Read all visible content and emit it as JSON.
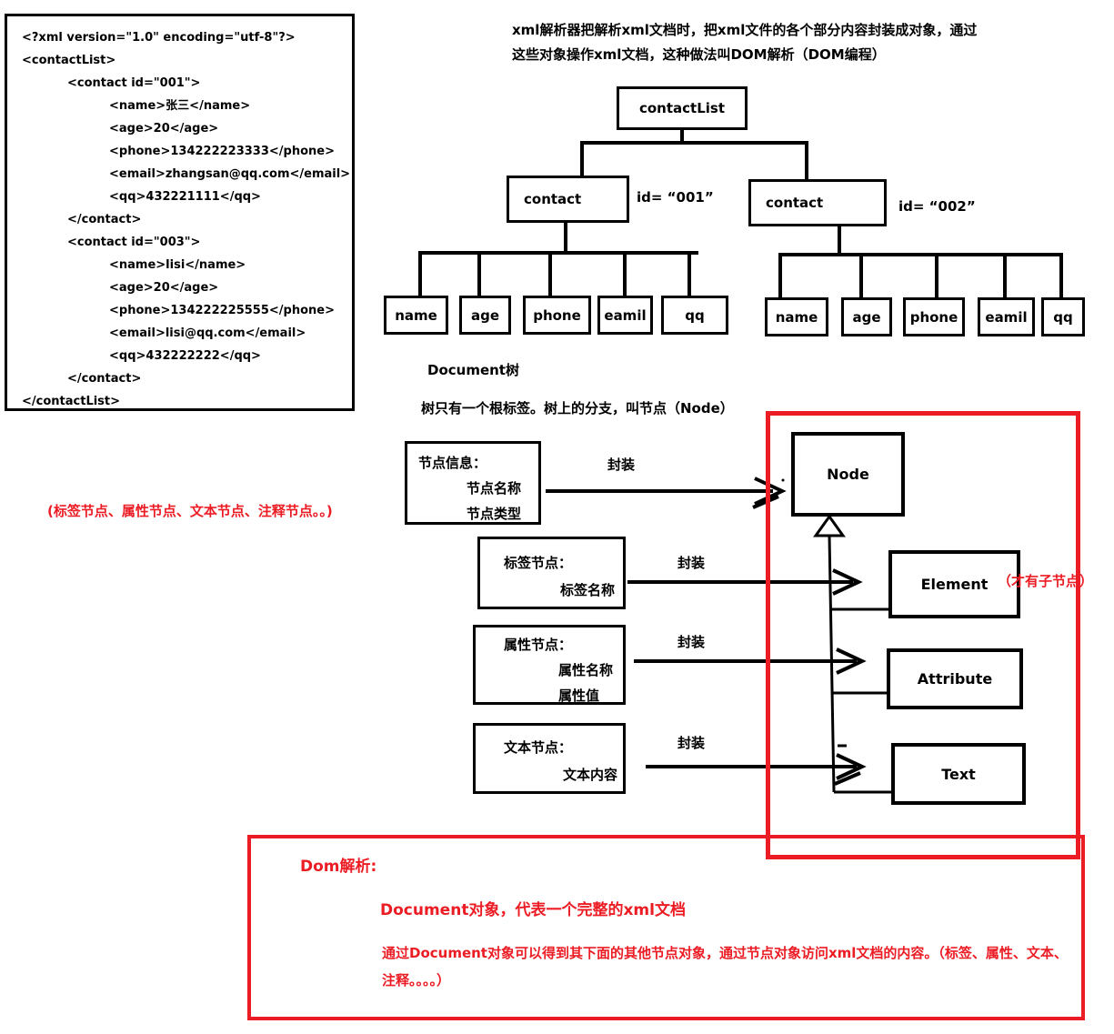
{
  "xml": {
    "lines": [
      "<?xml version=\"1.0\" encoding=\"utf-8\"?>",
      "<contactList>",
      "<contact id=\"001\">",
      "<name>张三</name>",
      "<age>20</age>",
      "<phone>134222223333</phone>",
      "<email>zhangsan@qq.com</email>",
      "<qq>432221111</qq>",
      "</contact>",
      "<contact id=\"003\">",
      "<name>lisi</name>",
      "<age>20</age>",
      "<phone>134222225555</phone>",
      "<email>lisi@qq.com</email>",
      "<qq>432222222</qq>",
      "</contact>",
      "</contactList>"
    ]
  },
  "intro": {
    "text": "xml解析器把解析xml文档时，把xml文件的各个部分内容封装成对象，通过这些对象操作xml文档，这种做法叫DOM解析（DOM编程）"
  },
  "tree": {
    "root": "contactList",
    "contact_label": "contact",
    "contact1_attr": "id= “001”",
    "contact2_attr": "id= “002”",
    "leaves": [
      "name",
      "age",
      "phone",
      "eamil",
      "qq"
    ]
  },
  "doc_tree": {
    "title": "Document树",
    "subtitle": "树只有一个根标签。树上的分支，叫节点（Node）",
    "annotation": "(标签节点、属性节点、文本节点、注释节点。。)"
  },
  "encapsulate": "封装",
  "info_boxes": {
    "node_info": {
      "title": "节点信息：",
      "line1": "节点名称",
      "line2": "节点类型"
    },
    "tag_node": {
      "title": "标签节点：",
      "line1": "标签名称"
    },
    "attr_node": {
      "title": "属性节点：",
      "line1": "属性名称",
      "line2": "属性值"
    },
    "text_node": {
      "title": "文本节点：",
      "line1": "文本内容"
    }
  },
  "classes": {
    "node": "Node",
    "element": "Element",
    "element_note": "（才有子节点）",
    "attribute": "Attribute",
    "text": "Text"
  },
  "dom_note": {
    "title": "Dom解析:",
    "line1": "Document对象，代表一个完整的xml文档",
    "line2": "通过Document对象可以得到其下面的其他节点对象，通过节点对象访问xml文档的内容。（标签、属性、文本、注释。。。。）"
  },
  "colors": {
    "red": "#ec1c24",
    "black": "#000000"
  }
}
